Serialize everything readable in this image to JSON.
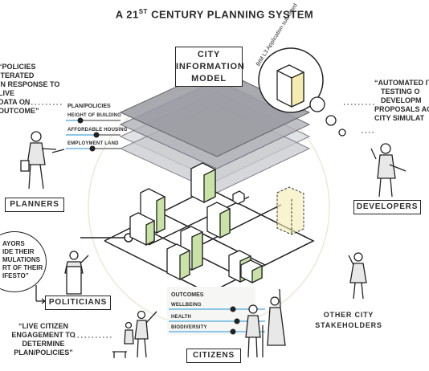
{
  "title": {
    "main": "A 21",
    "sup": "ST",
    "rest": " CENTURY PLANNING SYSTEM"
  },
  "cim": {
    "line1": "CITY",
    "line2": "INFORMATION",
    "line3": "MODEL"
  },
  "bim_label": "BIM L3 Application submitted",
  "planners_quote": {
    "l1": "“POLICIES ITERATED",
    "l2": "IN RESPONSE TO LIVE",
    "l3": "DATA ON OUTCOME”"
  },
  "plan_policies": {
    "title": "PLAN/POLICIES",
    "items": [
      "HEIGHT OF BUILDING",
      "AFFORDABLE HOUSING",
      "EMPLOYMENT LAND"
    ]
  },
  "developers_quote": {
    "l1": "“AUTOMATED IT",
    "l2": "TESTING O",
    "l3": "DEVELOPM",
    "l4": "PROPOSALS AG",
    "l5": "CITY SIMULAT"
  },
  "planners_label": "PLANNERS",
  "developers_label": "DEVELOPERS",
  "mayors_quote": {
    "l1": "AYORS",
    "l2": "IDE THEIR",
    "l3": "MULATIONS",
    "l4": "RT OF THEIR",
    "l5": "IFESTO”"
  },
  "politicians_label": "POLITICIANS",
  "outcomes": {
    "title": "OUTCOMES",
    "items": [
      "WELLBEING",
      "HEALTH",
      "BIODIVERSITY"
    ]
  },
  "other_label": {
    "l1": "OTHER CITY",
    "l2": "STAKEHOLDERS"
  },
  "citizens_quote": {
    "l1": "“LIVE CITIZEN",
    "l2": "ENGAGEMENT TO",
    "l3": "DETERMINE",
    "l4": "PLAN/POLICIES”"
  },
  "citizens_label": "CITIZENS",
  "colors": {
    "green": "#c9e3a6",
    "blue": "#8cc7e8",
    "yellow": "#f5edb0",
    "layer": "#9a9ba2"
  }
}
